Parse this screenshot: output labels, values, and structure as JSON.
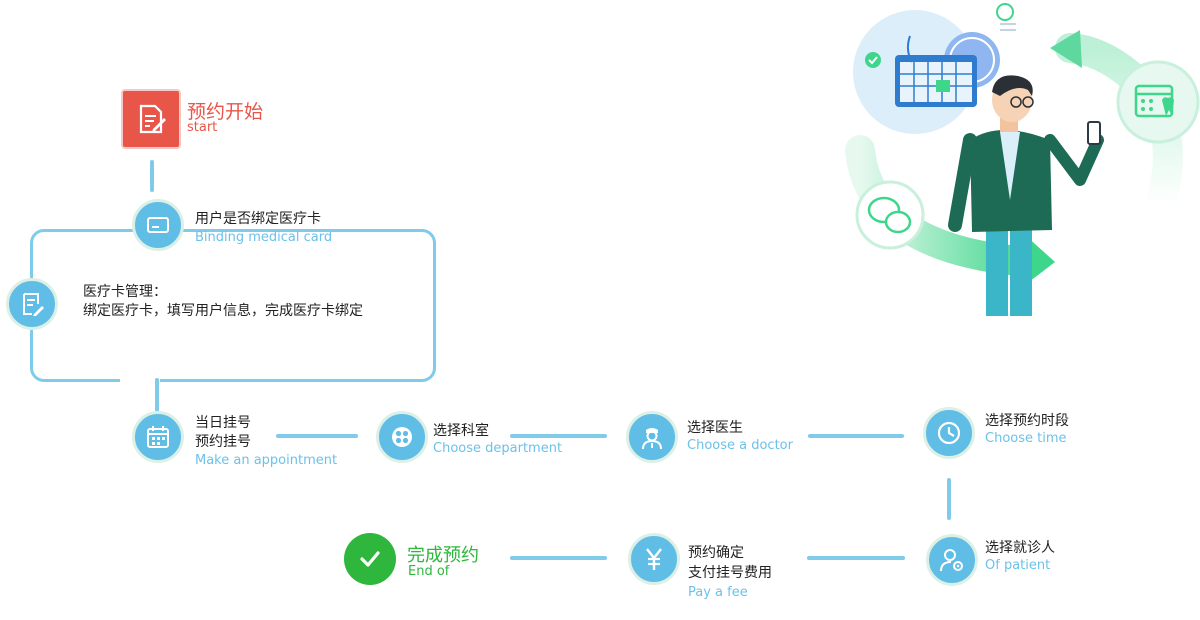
{
  "start": {
    "title_cn": "预约开始",
    "title_en": "start"
  },
  "steps": {
    "binding": {
      "cn": "用户是否绑定医疗卡",
      "en": "Binding medical card"
    },
    "card_manage": {
      "cn_line1": "医疗卡管理：",
      "cn_line2": "绑定医疗卡，填写用户信息，完成医疗卡绑定"
    },
    "appointment": {
      "cn_line1": "当日挂号",
      "cn_line2": "预约挂号",
      "en": "Make an appointment"
    },
    "department": {
      "cn": "选择科室",
      "en": "Choose department"
    },
    "doctor": {
      "cn": "选择医生",
      "en": "Choose a doctor"
    },
    "time": {
      "cn": "选择预约时段",
      "en": "Choose time"
    },
    "patient": {
      "cn": "选择就诊人",
      "en": "Of patient"
    },
    "fee": {
      "cn_line1": "预约确定",
      "cn_line2": "支付挂号费用",
      "en": "Pay a fee"
    },
    "end": {
      "cn": "完成预约",
      "en": "End of"
    }
  },
  "colors": {
    "line": "#7fcbe9",
    "node": "#5fbde6",
    "start": "#e8564a",
    "end": "#2eb73c",
    "english": "#6cc1ea",
    "green_accent": "#3ed68a"
  },
  "icons": {
    "start": "edit-document-icon",
    "binding": "card-icon",
    "card_manage": "form-edit-icon",
    "appointment": "calendar-icon",
    "department": "grid-icon",
    "doctor": "doctor-icon",
    "time": "clock-icon",
    "patient": "user-settings-icon",
    "fee": "yen-icon",
    "end": "check-icon"
  }
}
